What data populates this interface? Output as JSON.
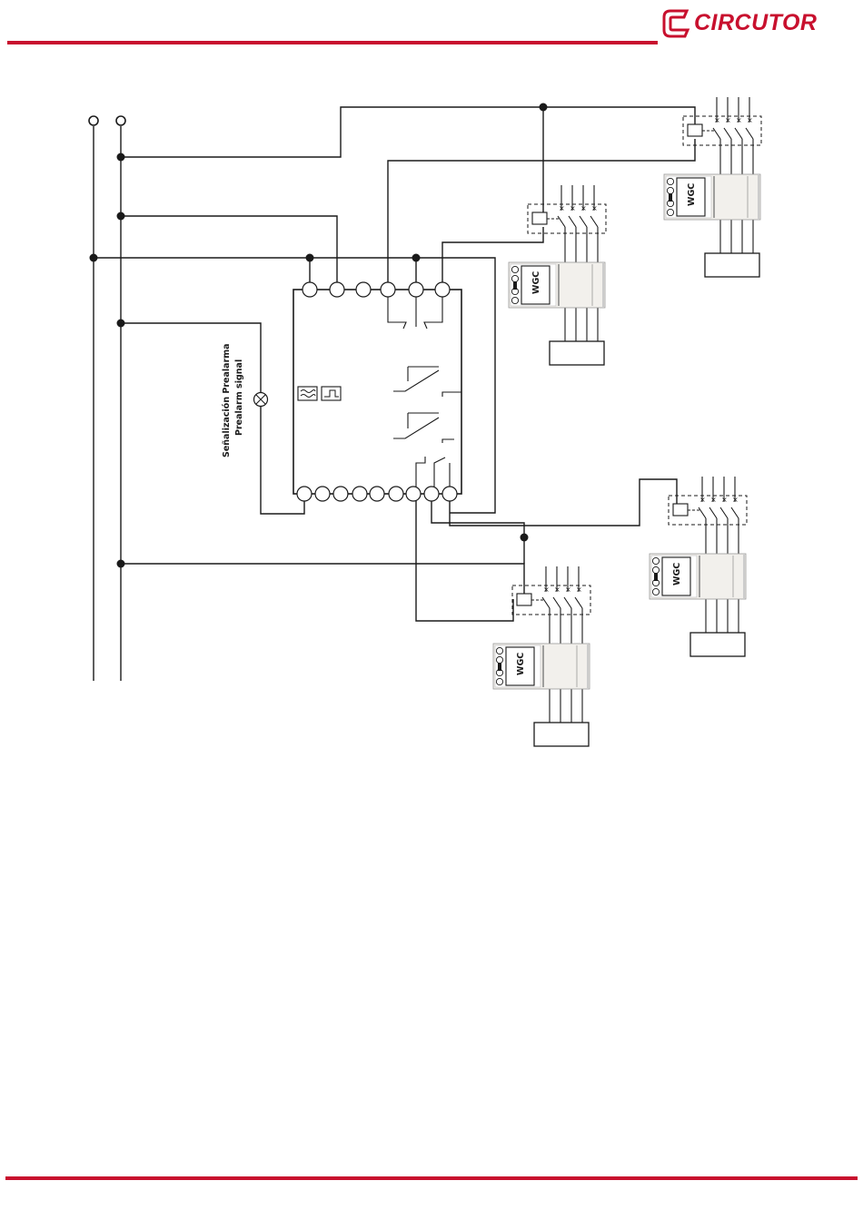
{
  "header": {
    "brand": "CIRCUTOR",
    "logo_icon": "circutor-c-logo-icon"
  },
  "colors": {
    "brand": "#c8102e",
    "line": "#1a1a1a",
    "module_fill": "#f2f0ec"
  },
  "diagram": {
    "signal_label_line1": "Señalización Prealarma",
    "signal_label_line2": "Prealarm  signal",
    "modules": [
      {
        "label": "WGC"
      },
      {
        "label": "WGC"
      },
      {
        "label": "WGC"
      },
      {
        "label": "WGC"
      }
    ]
  }
}
